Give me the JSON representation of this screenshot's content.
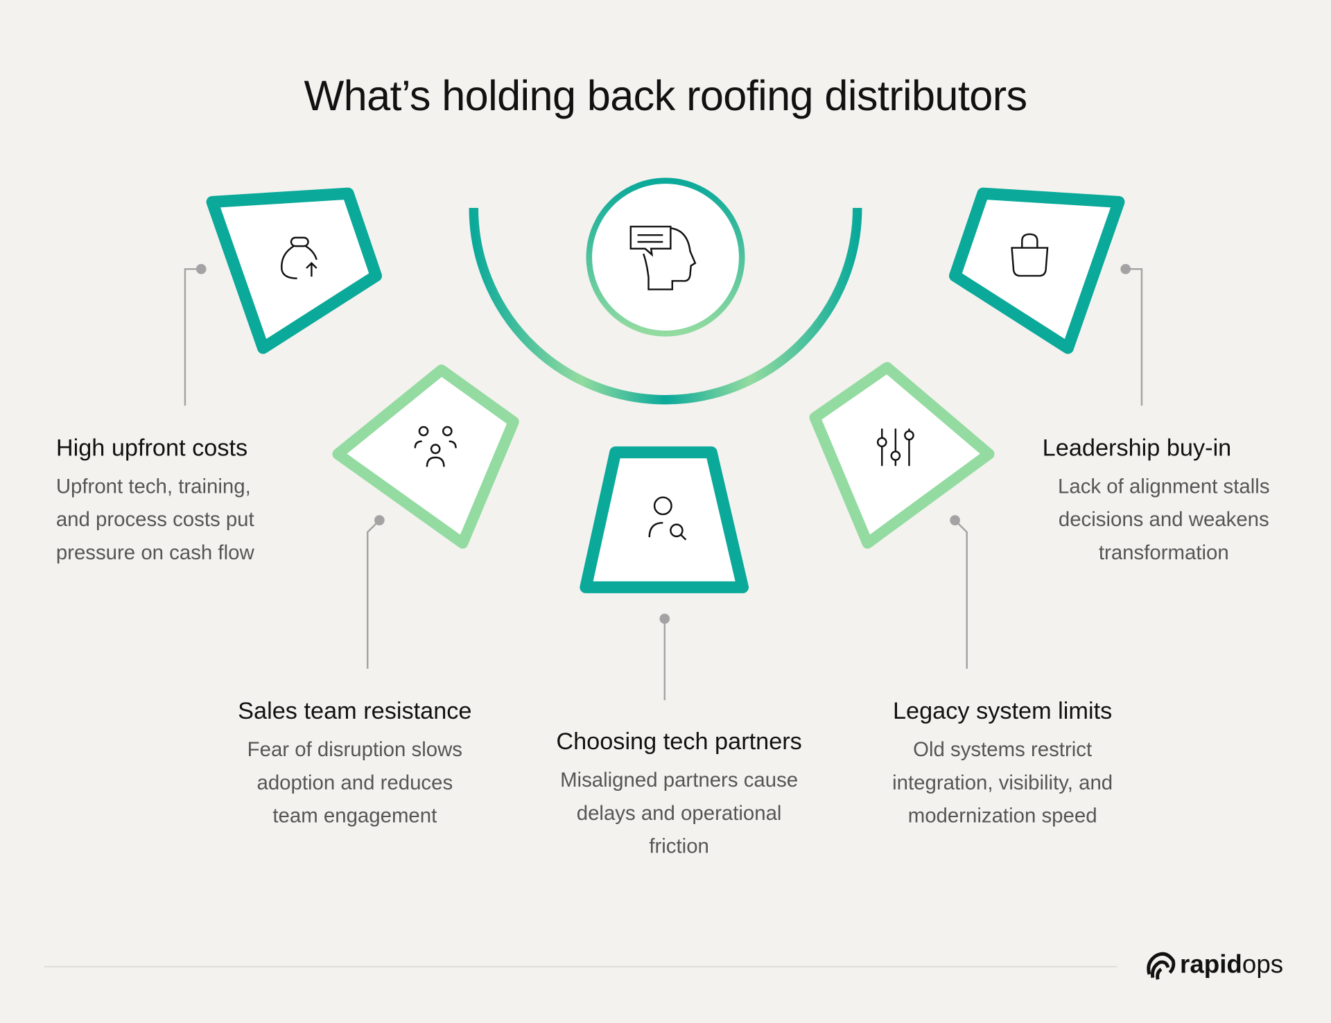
{
  "title": "What’s holding back roofing distributors",
  "colors": {
    "teal": "#0aa99a",
    "light_green": "#93dba0",
    "background": "#f3f2ee",
    "connector": "#a3a3a3"
  },
  "center_icon": "head-with-speech-bubble-icon",
  "items": [
    {
      "title": "High upfront costs",
      "lines": [
        "Upfront tech, training,",
        "and process costs put",
        "pressure on cash flow"
      ],
      "icon": "money-bag-arrow-up-icon"
    },
    {
      "title": "Sales team resistance",
      "lines": [
        "Fear of disruption slows",
        "adoption and reduces",
        "team engagement"
      ],
      "icon": "team-group-icon"
    },
    {
      "title": "Choosing tech partners",
      "lines": [
        "Misaligned partners cause",
        "delays and operational",
        "friction"
      ],
      "icon": "user-search-icon"
    },
    {
      "title": "Legacy system limits",
      "lines": [
        "Old systems restrict",
        "integration, visibility, and",
        "modernization speed"
      ],
      "icon": "sliders-icon"
    },
    {
      "title": "Leadership buy-in",
      "lines": [
        "Lack of alignment stalls",
        "decisions and weakens",
        "transformation"
      ],
      "icon": "shopping-bag-icon"
    }
  ],
  "logo": {
    "bold": "rapid",
    "light": "ops"
  }
}
